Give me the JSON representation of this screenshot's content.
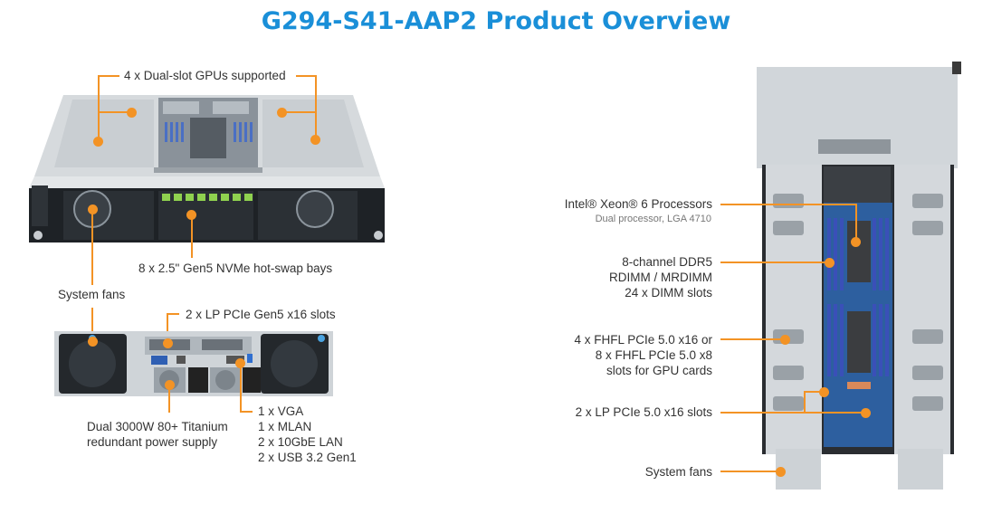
{
  "title": "G294-S41-AAP2 Product Overview",
  "colors": {
    "title": "#1a8fd8",
    "callout": "#f39325",
    "text": "#333333",
    "subtext": "#777777"
  },
  "front_view": {
    "labels": {
      "gpus": "4 x Dual-slot GPUs supported",
      "nvme_bays": "8 x 2.5\" Gen5 NVMe hot-swap bays",
      "system_fans": "System fans"
    }
  },
  "rear_view": {
    "labels": {
      "lp_pcie": "2 x LP PCIe Gen5 x16 slots",
      "psu": [
        "Dual 3000W 80+ Titanium",
        "redundant power supply"
      ],
      "io": [
        "1 x VGA",
        "1 x MLAN",
        "2 x 10GbE LAN",
        "2 x USB 3.2 Gen1"
      ]
    }
  },
  "top_view": {
    "labels": {
      "cpu": "Intel® Xeon® 6 Processors",
      "cpu_sub": "Dual processor, LGA 4710",
      "memory": [
        "8-channel DDR5",
        "RDIMM / MRDIMM",
        "24 x DIMM slots"
      ],
      "gpu_slots": [
        "4 x FHFL PCIe 5.0 x16 or",
        "8 x FHFL PCIe 5.0 x8",
        "slots for GPU cards"
      ],
      "lp_slots": "2 x LP PCIe 5.0 x16 slots",
      "system_fans": "System fans"
    }
  }
}
